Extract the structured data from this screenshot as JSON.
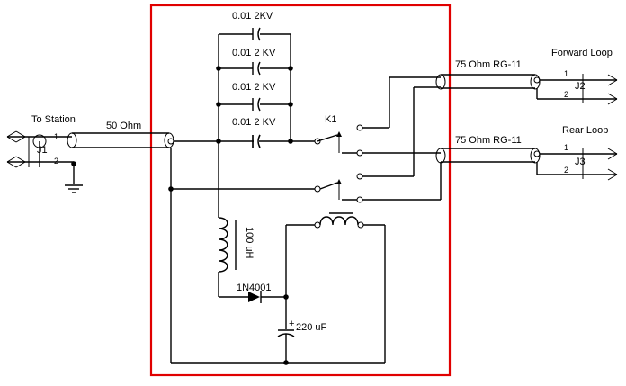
{
  "labels": {
    "cap_top": "0.01 2KV",
    "cap_2": "0.01 2 KV",
    "cap_3": "0.01 2 KV",
    "cap_4": "0.01 2 KV",
    "relay": "K1",
    "inductor": "100 uH",
    "diode": "1N4001",
    "electrolytic": "220 uF",
    "cable_in": "50 Ohm",
    "cable_fwd": "75 Ohm RG-11",
    "cable_rear": "75 Ohm RG-11",
    "to_station": "To Station",
    "forward_loop": "Forward Loop",
    "rear_loop": "Rear Loop",
    "j1": "J1",
    "j2": "J2",
    "j3": "J3",
    "pin1_a": "1",
    "pin2_a": "2",
    "pin1_b": "1",
    "pin2_b": "2",
    "pin1_c": "1",
    "pin2_c": "2",
    "polarity": "+"
  },
  "colors": {
    "highlight_box": "#e00000",
    "wire": "#000000"
  }
}
